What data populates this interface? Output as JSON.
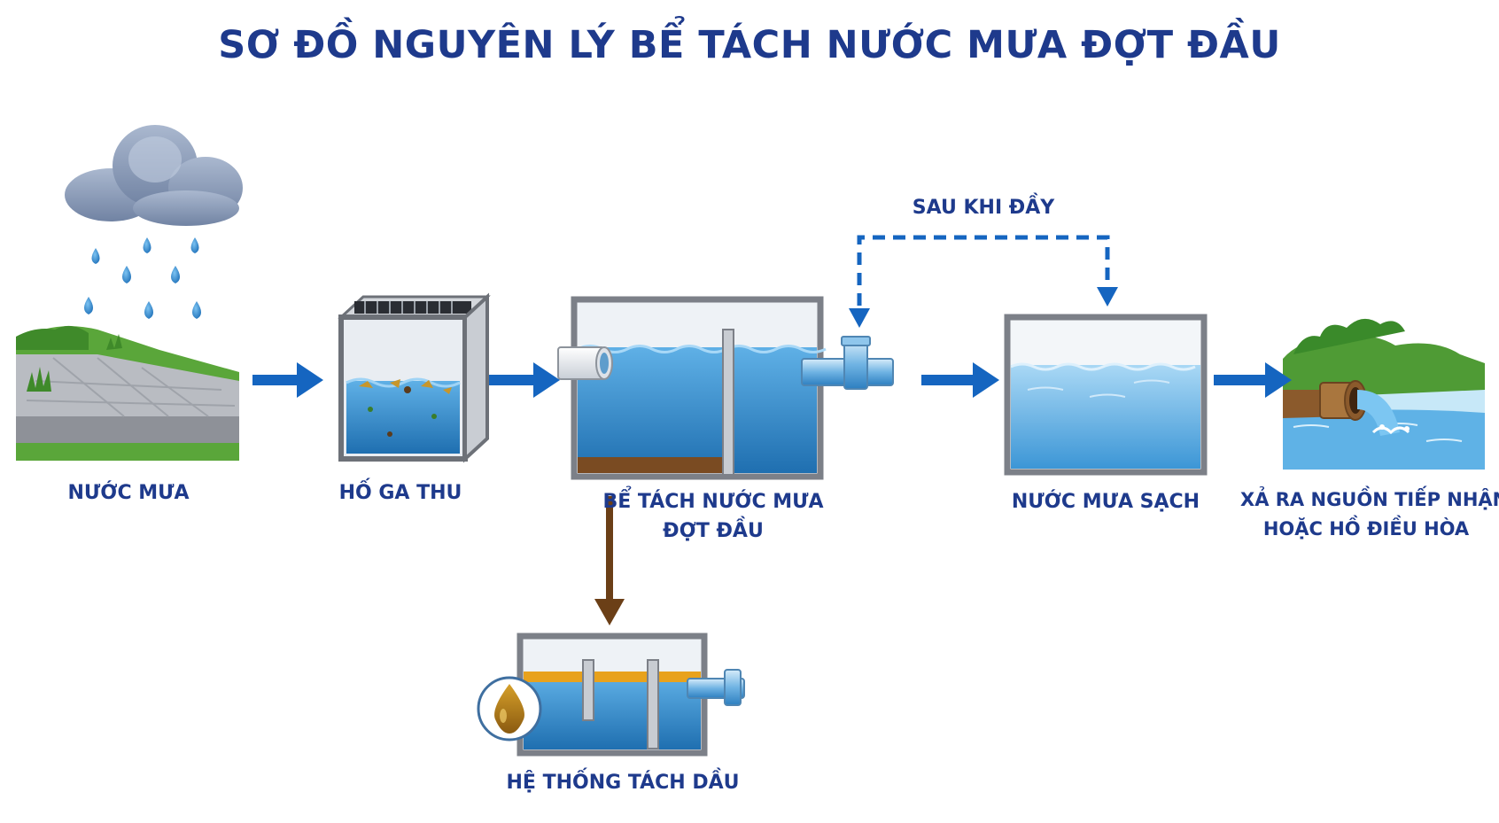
{
  "title": "SƠ ĐỒ NGUYÊN LÝ BỂ TÁCH NƯỚC MƯA ĐỢT ĐẦU",
  "colors": {
    "title": "#1e3a8c",
    "flow_arrow": "#1565c0",
    "sediment_arrow": "#6b3f17",
    "water": "#2f86c6",
    "oil": "#e8a21c"
  },
  "nodes": [
    {
      "id": "rain",
      "label": "NƯỚC MƯA",
      "icon": "rain-cloud-pavement"
    },
    {
      "id": "catch-basin",
      "label": "HỐ GA THU",
      "icon": "grated-catch-basin"
    },
    {
      "id": "separator",
      "label_line1": "BỂ TÁCH NƯỚC MƯA",
      "label_line2": "ĐỢT ĐẦU",
      "icon": "first-flush-tank"
    },
    {
      "id": "clean",
      "label": "NƯỚC MƯA SẠCH",
      "icon": "clean-water-tank"
    },
    {
      "id": "discharge",
      "label_line1": "XẢ RA NGUỒN TIẾP NHẬN",
      "label_line2": "HOẶC HỒ ĐIỀU HÒA",
      "icon": "outfall-pipe"
    },
    {
      "id": "oil-separator",
      "label": "HỆ THỐNG TÁCH DẦU",
      "icon": "oil-separator-tank"
    }
  ],
  "overflow_label": "SAU KHI ĐẦY",
  "edges": [
    {
      "from": "rain",
      "to": "catch-basin",
      "style": "solid"
    },
    {
      "from": "catch-basin",
      "to": "separator",
      "style": "solid"
    },
    {
      "from": "separator",
      "to": "clean",
      "style": "solid"
    },
    {
      "from": "clean",
      "to": "discharge",
      "style": "solid"
    },
    {
      "from": "separator",
      "to": "clean",
      "style": "dashed",
      "label": "SAU KHI ĐẦY"
    },
    {
      "from": "separator",
      "to": "oil-separator",
      "style": "solid"
    }
  ]
}
